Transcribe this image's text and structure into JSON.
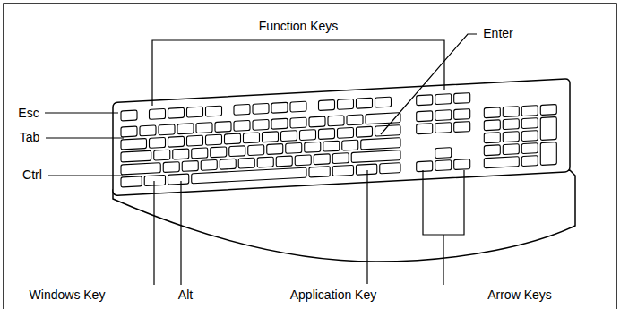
{
  "diagram": {
    "labels": [
      "Function Keys",
      "Enter",
      "Esc",
      "Tab",
      "Ctrl",
      "Windows Key",
      "Alt",
      "Application Key",
      "Arrow Keys"
    ]
  }
}
